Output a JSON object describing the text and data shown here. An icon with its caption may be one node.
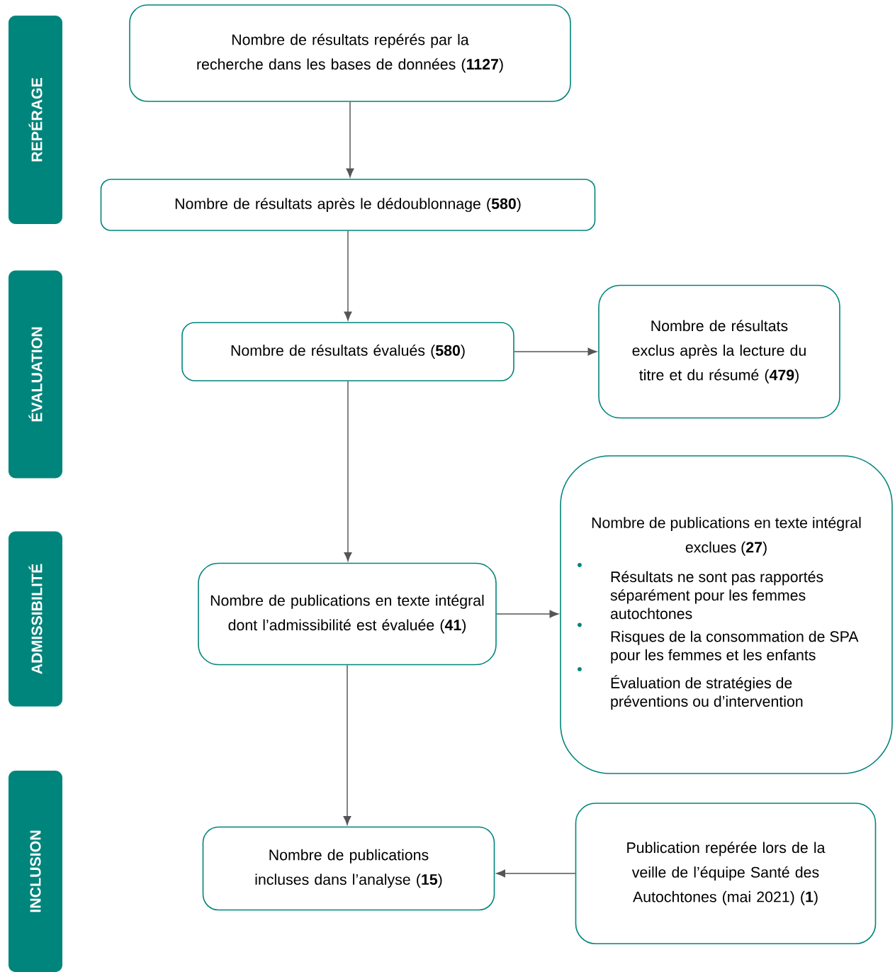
{
  "diagram": {
    "nodes": [
      {
        "text": [
          "REPÉRAGE"
        ]
      },
      {
        "text": [
          "Nombre de résultats repérés par la recherche dans les bases de données (**1127**)"
        ]
      },
      {
        "text": [
          "Nombre de résultats après le dédoublonnage (**580**)"
        ]
      },
      {
        "text": [
          "ÉVALUATION"
        ]
      },
      {
        "text": [
          "Nombre de résultats évalués (**580**)"
        ]
      },
      {
        "text": [
          "Nombre de résultats exclus après la lecture du titre et du résumé (**479**)"
        ]
      },
      {
        "text": [
          "ADMISSIBILITÉ"
        ]
      },
      {
        "text": [
          "Nombre de publications en texte intégral dont l’admissibilité est évaluée (**41**)"
        ]
      },
      {
        "text": [
          "Nombre de publications en texte intégral exclues (**27**)",
          "Résultats ne sont pas rapportés séparément pour les femmes autochtones",
          "Risques de la consommation de SPA pour les femmes et les enfants",
          "Évaluation de stratégies de préventions ou d’intervention"
        ]
      },
      {
        "text": [
          "INCLUSION"
        ]
      },
      {
        "text": [
          "Nombre de publications incluses dans l’analyse (**15**)"
        ]
      },
      {
        "text": [
          "Publication repérée lors de la veille de l’équipe Santé des Autochtones (mai 2021) (**1**)"
        ]
      }
    ],
    "edges": [
      {
        "from": 1,
        "to": 2,
        "arrow": "to"
      },
      {
        "from": 2,
        "to": 4,
        "arrow": "to"
      },
      {
        "from": 4,
        "to": 5,
        "arrow": "to"
      },
      {
        "from": 4,
        "to": 7,
        "arrow": "to"
      },
      {
        "from": 7,
        "to": 8,
        "arrow": "to"
      },
      {
        "from": 7,
        "to": 10,
        "arrow": "to"
      },
      {
        "from": 11,
        "to": 10,
        "arrow": "to"
      }
    ]
  }
}
